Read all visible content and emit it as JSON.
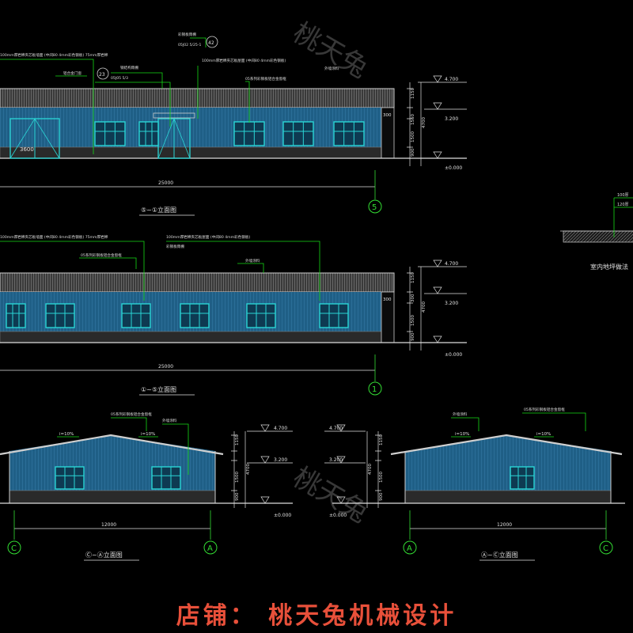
{
  "watermark": "桃天兔",
  "shop_banner": "店铺： 桃天兔机械设计",
  "colors": {
    "background": "#000000",
    "wall": "#1f5f86",
    "window": "#2ad6d6",
    "roof": "#cfcfcf",
    "leader": "#16d916",
    "dimension": "#e0e0e0",
    "axis": "#33dd33",
    "label": "#dddddd",
    "banner": "#e8503a"
  },
  "elevations": {
    "front": {
      "title": "⑤~①立面图",
      "overall_dim": "25000",
      "axis_tag": "5",
      "roof_note": "100mm厚岩棉夹芯板屋面 (中间80 4mm彩色钢板)",
      "wall_note": "100mm厚岩棉夹芯板墙面 (中间80 4mm彩色钢板) 75mm厚岩棉",
      "notes": [
        "彩钢板雨棚",
        "铝合金门窗",
        "外墙涂料",
        "钢结构雨棚",
        "05系列彩钢板铝合金窗框"
      ],
      "door_label": "3600",
      "callouts": [
        "42",
        "23"
      ],
      "callout_refs": [
        "05J02 5/25-1",
        "05J05 5/3"
      ],
      "side_dims": [
        "1150",
        "1550",
        "4700",
        "1500",
        "900"
      ],
      "levels": [
        "4.700",
        "3.200",
        "±0.000"
      ],
      "eave_dim": "300"
    },
    "rear": {
      "title": "①~⑤立面图",
      "overall_dim": "25000",
      "axis_tag": "1",
      "roof_note": "100mm厚岩棉夹芯板屋面 (中间80 4mm彩色钢板)",
      "wall_note": "100mm厚岩棉夹芯板墙面 (中间80 4mm彩色钢板) 75mm厚岩棉",
      "notes": [
        "彩钢板雨棚",
        "05系列彩钢板铝合金窗框",
        "外墙涂料"
      ],
      "side_dims": [
        "1150",
        "300",
        "4700",
        "1500",
        "900"
      ],
      "levels": [
        "4.700",
        "3.200",
        "±0.000"
      ],
      "eave_dim": "300"
    },
    "side_ca": {
      "title": "Ⓒ~Ⓐ立面图",
      "overall_dim": "12000",
      "axis_left": "C",
      "axis_right": "A",
      "slope_left": "i=10%",
      "slope_right": "i=10%",
      "notes": [
        "外墙涂料",
        "05系列彩钢板铝合金窗框"
      ],
      "side_dims": [
        "1150",
        "1500",
        "4700",
        "1500",
        "900"
      ],
      "levels": [
        "4.700",
        "3.200",
        "±0.000"
      ]
    },
    "side_ac": {
      "title": "Ⓐ~Ⓒ立面图",
      "overall_dim": "12000",
      "axis_left": "A",
      "axis_right": "C",
      "slope_left": "i=10%",
      "slope_right": "i=10%",
      "notes": [
        "外墙涂料",
        "05系列彩钢板铝合金窗框"
      ],
      "side_dims": [
        "1150",
        "1500",
        "4700",
        "1500",
        "900"
      ],
      "levels": [
        "4.700",
        "3.200",
        "±0.000"
      ]
    }
  },
  "detail": {
    "title": "室内地坪做法",
    "lines": [
      "100厚",
      "120厚"
    ]
  }
}
